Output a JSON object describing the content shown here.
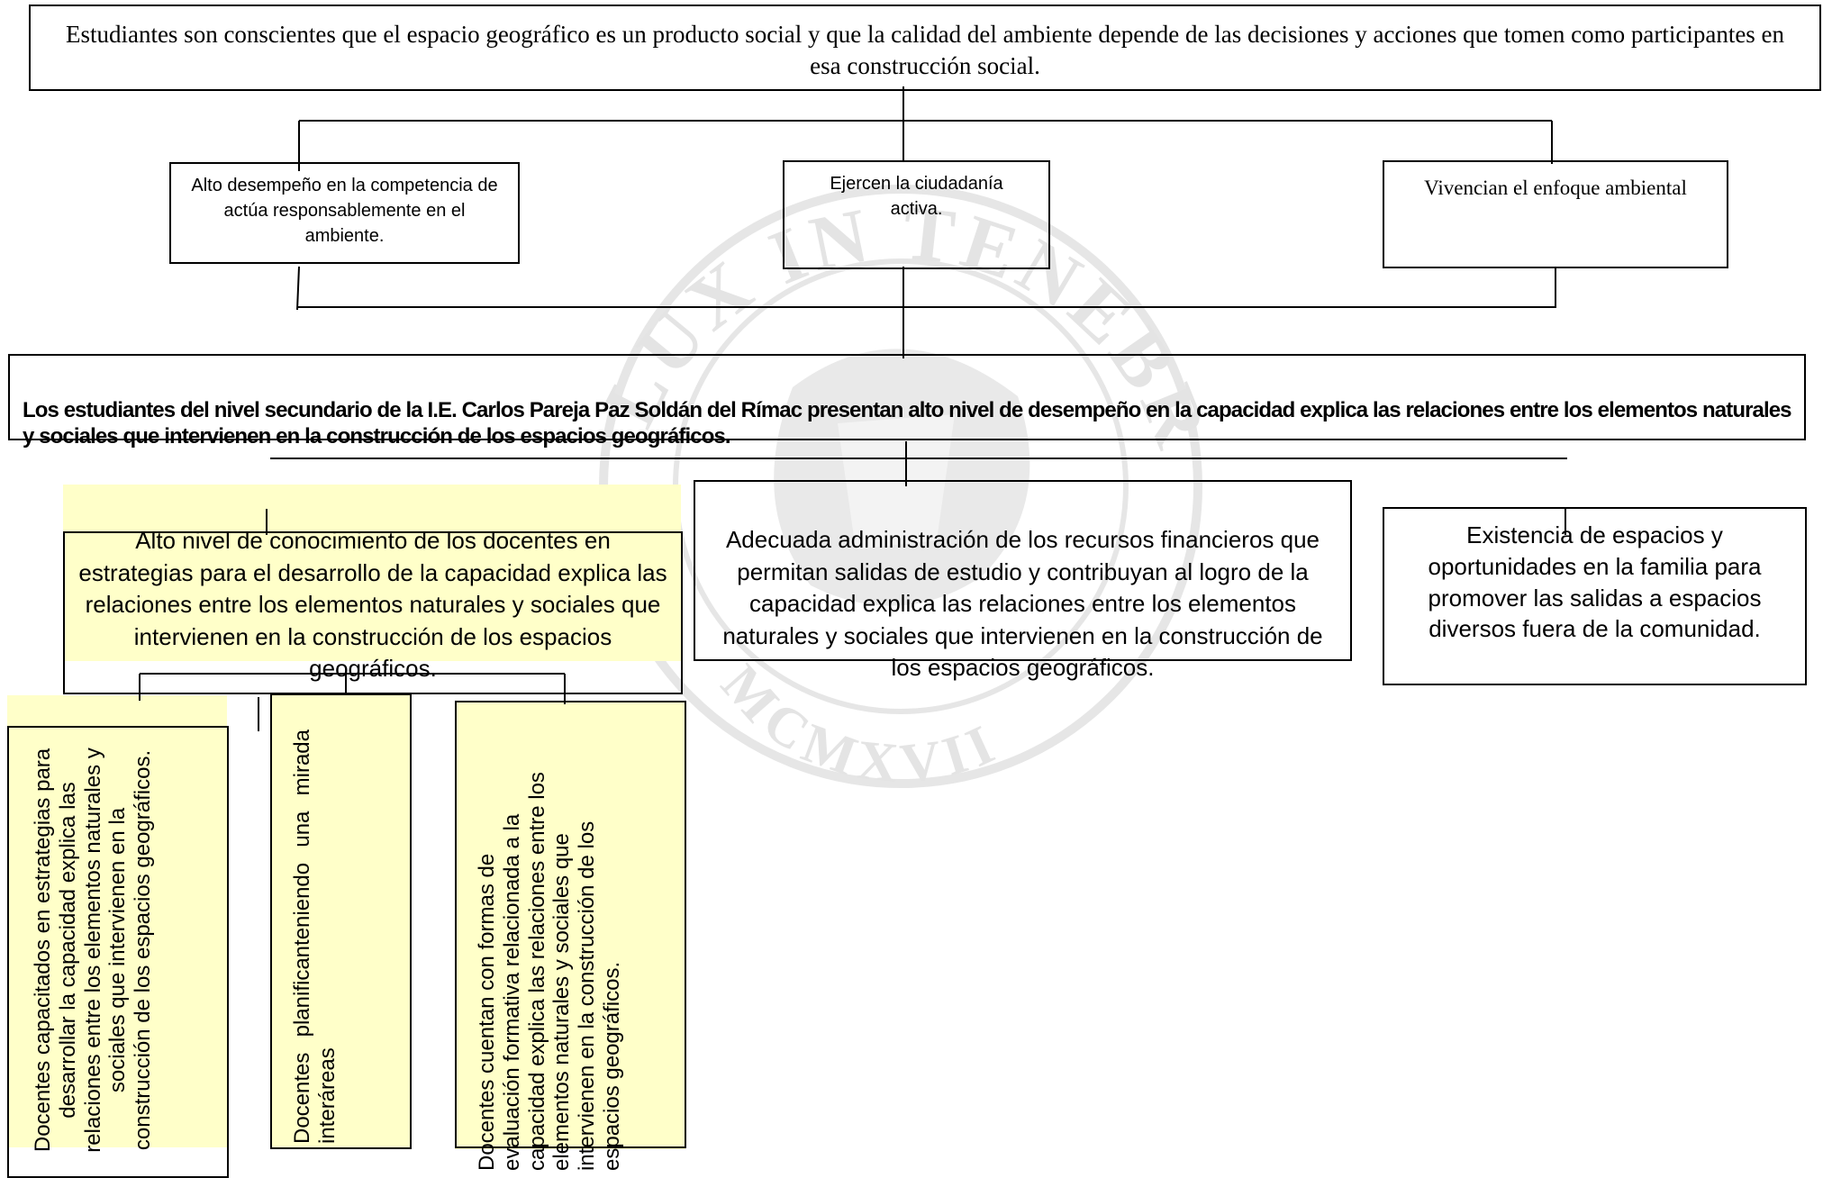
{
  "colors": {
    "highlight": "#ffffc9",
    "line": "#000000",
    "watermark": "#e4e4e4"
  },
  "watermark": {
    "top_text": "LUX IN TENEBRIS LUCET",
    "bottom_text": "MCMXVII"
  },
  "top_goal": "Estudiantes son conscientes que el espacio geográfico es un producto social y que la calidad del ambiente depende de las decisiones y acciones que tomen como participantes en esa construcción social.",
  "ends": [
    "Alto desempeño en la competencia de actúa responsablemente en el ambiente.",
    "Ejercen la ciudadanía activa.",
    "Vivencian el enfoque ambiental"
  ],
  "central_objective": "Los estudiantes del nivel secundario de la I.E. Carlos Pareja Paz Soldán del Rímac presentan alto nivel de desempeño en la capacidad explica las relaciones entre los elementos naturales y sociales que intervienen en la construcción de los espacios geográficos.",
  "means": [
    "Alto nivel de conocimiento de los docentes en estrategias para el desarrollo de la capacidad explica las relaciones entre los elementos naturales y sociales que intervienen en la construcción de los espacios geográficos.",
    "Adecuada administración de los recursos financieros que permitan salidas de estudio y contribuyan al logro de la capacidad explica las relaciones entre los elementos naturales y sociales que intervienen en la construcción de los espacios geográficos.",
    "Existencia de espacios y oportunidades en la familia para promover las salidas a espacios diversos fuera de la comunidad."
  ],
  "sub_means": [
    "Docentes capacitados en estrategias para desarrollar la capacidad explica las relaciones entre los elementos naturales y sociales que intervienen en la construcción de los espacios geográficos.",
    "Docentes planificanteniendo una mirada interáreas",
    "Docentes cuentan con formas de evaluación formativa relacionada a la capacidad explica las relaciones entre los elementos naturales y sociales que intervienen en la construcción de los espacios geográficos."
  ]
}
